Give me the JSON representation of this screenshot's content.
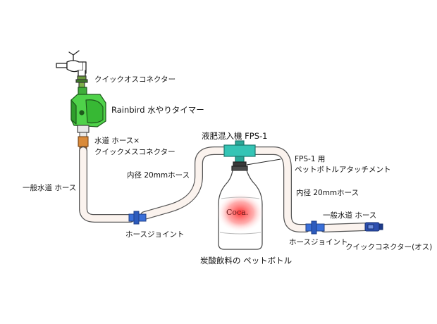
{
  "labels": {
    "quick_connector_male": "クイックオスコネクター",
    "timer": "Rainbird 水やりタイマー",
    "faucet_hose_line1": "水道 ホース×",
    "faucet_hose_line2": "クイックメスコネクター",
    "general_hose_left": "一般水道 ホース",
    "inner_dia_left": "内径 20mmホース",
    "hose_joint_left": "ホースジョイント",
    "mixer": "液肥混入機 FPS-1",
    "attachment_line1": "FPS-1 用",
    "attachment_line2": "ペットボトルアタッチメント",
    "inner_dia_right": "内径 20mmホース",
    "general_hose_right": "一般水道 ホース",
    "hose_joint_right": "ホースジョイント",
    "quick_connector_male_end": "クイックコネクター(オス)",
    "bottle_caption": "炭酸飲料の ペットボトル",
    "bottle_brand": "Coca."
  },
  "colors": {
    "timer_green": "#4fd24a",
    "timer_dark": "#2f9e2c",
    "mixer_teal": "#35c4b5",
    "joint_blue": "#3a6fd8",
    "connector_orange": "#d98a3a",
    "hose_fill": "#fbf3ee",
    "label_glow": "#ff3b3b"
  },
  "icons": {
    "faucet": "faucet-icon",
    "timer": "timer-icon",
    "mixer": "mixer-icon",
    "bottle": "bottle-icon",
    "joint": "hose-joint-icon",
    "connector": "quick-connector-icon"
  }
}
